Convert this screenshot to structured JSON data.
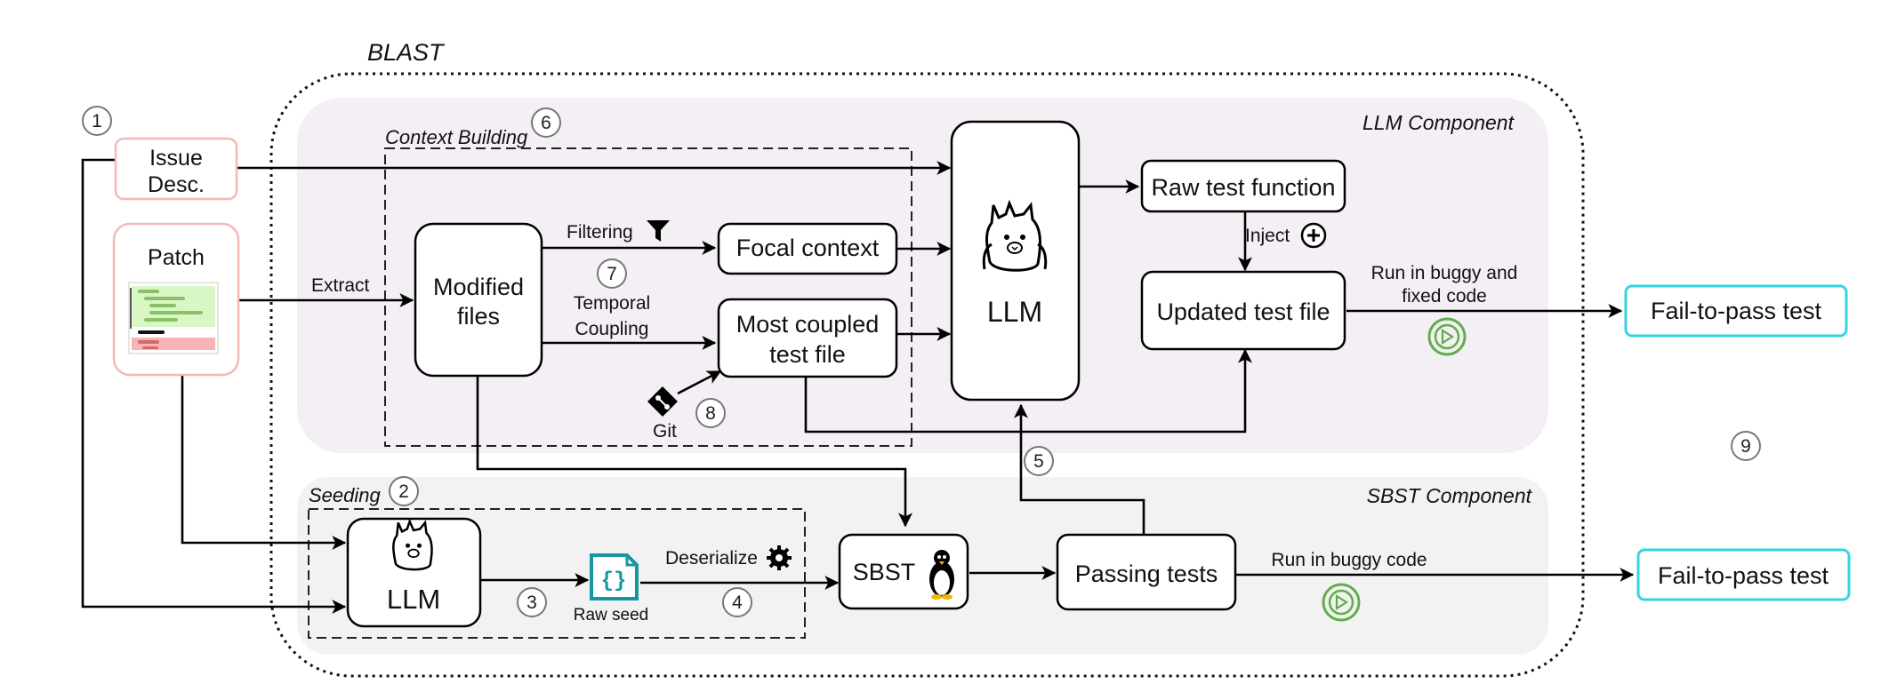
{
  "title": "BLAST",
  "regions": {
    "llm_component": "LLM Component",
    "sbst_component": "SBST Component",
    "context_building": "Context Building",
    "seeding": "Seeding"
  },
  "inputs": {
    "issue": [
      "Issue",
      "Desc."
    ],
    "patch": "Patch"
  },
  "nodes": {
    "modified_files": [
      "Modified",
      "files"
    ],
    "focal_context": "Focal context",
    "most_coupled": [
      "Most coupled",
      "test file"
    ],
    "llm_main": "LLM",
    "raw_test_function": "Raw test function",
    "updated_test_file": "Updated test file",
    "llm_seed": "LLM",
    "sbst": "SBST",
    "passing_tests": "Passing tests",
    "fail_to_pass_top": "Fail-to-pass test",
    "fail_to_pass_bottom": "Fail-to-pass test"
  },
  "edge_labels": {
    "extract": "Extract",
    "filtering": "Filtering",
    "temporal": [
      "Temporal",
      "Coupling"
    ],
    "git": "Git",
    "inject": "Inject",
    "run_buggy_fixed": [
      "Run in buggy and",
      "fixed code"
    ],
    "run_buggy": "Run in buggy code",
    "raw_seed": "Raw seed",
    "deserialize": "Deserialize"
  },
  "steps": [
    "1",
    "2",
    "3",
    "4",
    "5",
    "6",
    "7",
    "8",
    "9"
  ],
  "colors": {
    "llm_region": "#f4eff4",
    "sbst_region": "#f2f2f2",
    "input_border": "#f4b8b8",
    "output_border": "#33d6e0",
    "play_icon": "#5fae4a",
    "seed_icon": "#14979e"
  },
  "icons": [
    "funnel-icon",
    "plus-icon",
    "play-icon",
    "git-icon",
    "gear-icon",
    "json-file-icon",
    "llama-icon",
    "penguin-icon",
    "code-snippet-icon"
  ]
}
